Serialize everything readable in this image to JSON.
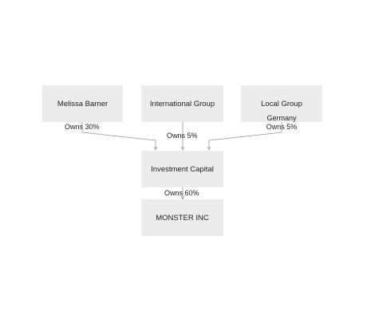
{
  "diagram": {
    "colors": {
      "node_fill": "#ececec",
      "edge": "#999999",
      "text": "#222222"
    },
    "nodes": {
      "melissa": "Melissa Barner",
      "international": "International Group",
      "local": "Local Group",
      "investment": "Investment Capital",
      "monster": "MONSTER INC"
    },
    "edges": {
      "melissa_to_investment": "Owns 30%",
      "international_to_investment": "Owns 5%",
      "local_to_investment_line1": "Germany",
      "local_to_investment_line2": "Owns 5%",
      "investment_to_monster": "Owns 60%"
    }
  }
}
